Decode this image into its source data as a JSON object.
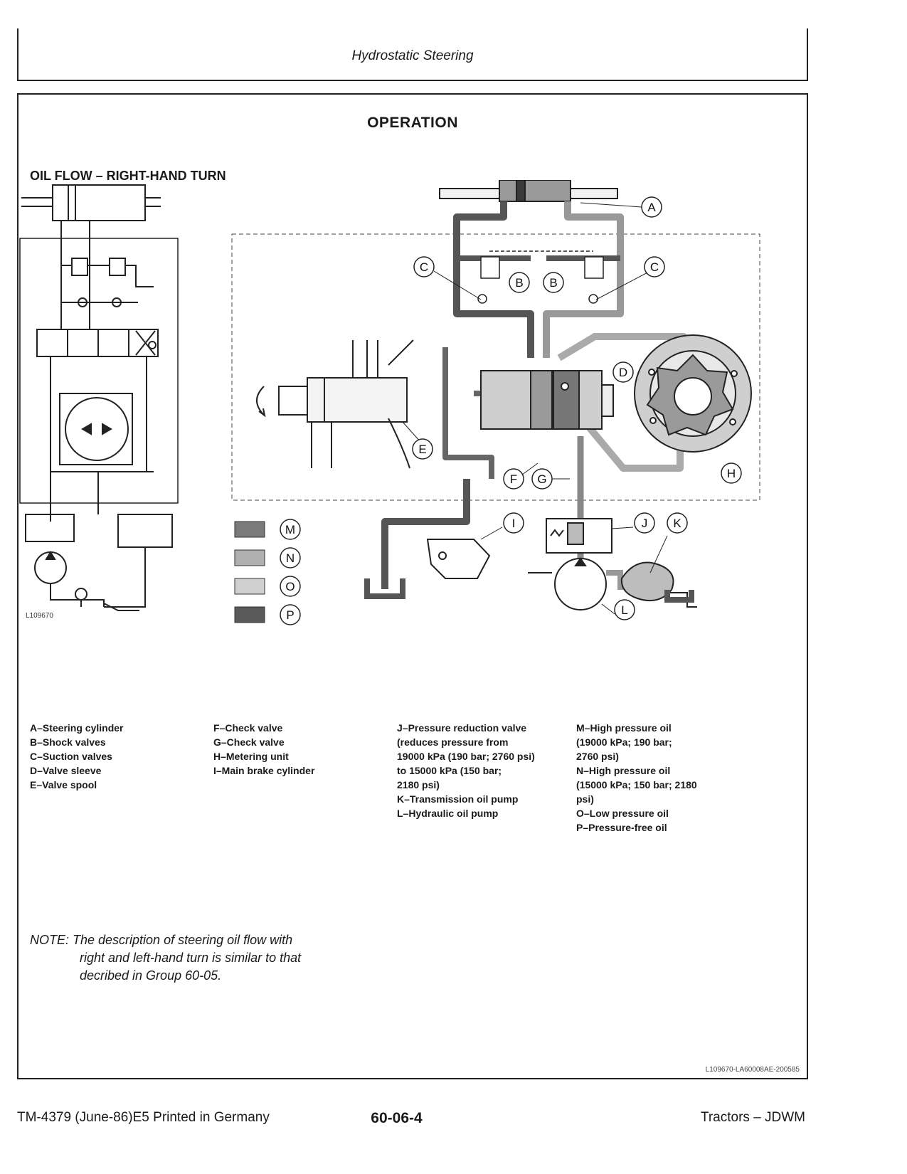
{
  "header": {
    "title": "Hydrostatic Steering"
  },
  "section": {
    "title": "OPERATION",
    "subtitle": "OIL FLOW – RIGHT-HAND TURN"
  },
  "figure": {
    "left_id": "L109670",
    "id": "L109670-LA60008AE-200585",
    "callouts": [
      "A",
      "B",
      "B",
      "C",
      "C",
      "D",
      "E",
      "F",
      "G",
      "H",
      "I",
      "J",
      "K",
      "L"
    ],
    "legend_letters": [
      "M",
      "N",
      "O",
      "P"
    ],
    "colors": {
      "M": "#7a7a7a",
      "N": "#b0b0b0",
      "O": "#d0d0d0",
      "P": "#5a5a5a"
    }
  },
  "legend": {
    "col1": "A–Steering cylinder\nB–Shock valves\nC–Suction valves\nD–Valve sleeve\nE–Valve spool",
    "col2": "F–Check valve\nG–Check valve\nH–Metering unit\nI–Main brake cylinder",
    "col3": "J–Pressure reduction valve\n(reduces pressure from\n19000 kPa (190 bar; 2760 psi)\nto 15000 kPa (150 bar;\n2180 psi)\nK–Transmission oil pump\nL–Hydraulic oil pump",
    "col4": "M–High pressure oil\n(19000 kPa; 190 bar;\n2760 psi)\nN–High pressure oil\n(15000 kPa; 150 bar; 2180\npsi)\nO–Low pressure oil\nP–Pressure-free oil"
  },
  "note": {
    "line1": "NOTE: The description of steering oil flow with",
    "line2": "right and left-hand turn is similar to that",
    "line3": "decribed in Group 60-05."
  },
  "footer": {
    "left": "TM-4379 (June-86)E5 Printed in Germany",
    "center": "60-06-4",
    "right": "Tractors – JDWM"
  }
}
